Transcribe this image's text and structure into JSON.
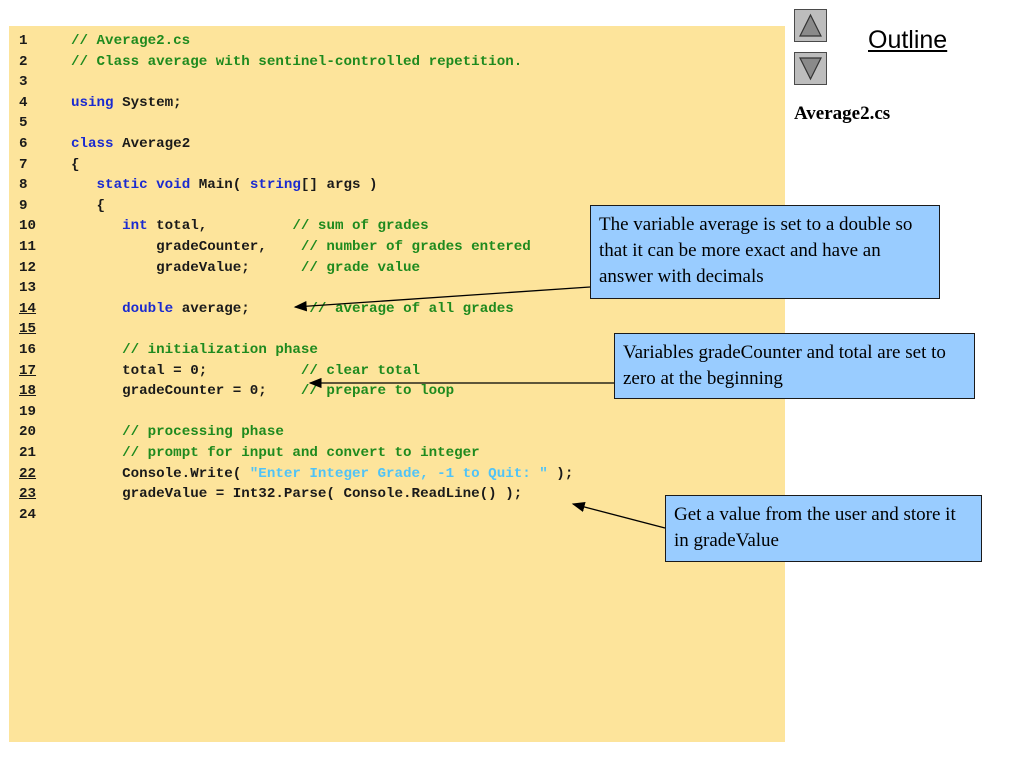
{
  "code": {
    "lines": [
      {
        "num": "1",
        "tokens": [
          {
            "t": "// Average2.cs",
            "c": "cm"
          }
        ]
      },
      {
        "num": "2",
        "tokens": [
          {
            "t": "// Class average with sentinel-controlled repetition.",
            "c": "cm"
          }
        ]
      },
      {
        "num": "3",
        "tokens": []
      },
      {
        "num": "4",
        "tokens": [
          {
            "t": "using",
            "c": "kw"
          },
          {
            "t": " System;",
            "c": ""
          }
        ]
      },
      {
        "num": "5",
        "tokens": []
      },
      {
        "num": "6",
        "tokens": [
          {
            "t": "class",
            "c": "kw"
          },
          {
            "t": " Average2",
            "c": ""
          }
        ]
      },
      {
        "num": "7",
        "tokens": [
          {
            "t": "{",
            "c": ""
          }
        ]
      },
      {
        "num": "8",
        "tokens": [
          {
            "t": "   ",
            "c": ""
          },
          {
            "t": "static",
            "c": "kw"
          },
          {
            "t": " ",
            "c": ""
          },
          {
            "t": "void",
            "c": "kw"
          },
          {
            "t": " Main( ",
            "c": ""
          },
          {
            "t": "string",
            "c": "kw"
          },
          {
            "t": "[] args )",
            "c": ""
          }
        ]
      },
      {
        "num": "9",
        "tokens": [
          {
            "t": "   {",
            "c": ""
          }
        ]
      },
      {
        "num": "10",
        "tokens": [
          {
            "t": "      ",
            "c": ""
          },
          {
            "t": "int",
            "c": "kw"
          },
          {
            "t": " total,          ",
            "c": ""
          },
          {
            "t": "// sum of grades",
            "c": "cm"
          }
        ]
      },
      {
        "num": "11",
        "tokens": [
          {
            "t": "          gradeCounter,    ",
            "c": ""
          },
          {
            "t": "// number of grades entered",
            "c": "cm"
          }
        ]
      },
      {
        "num": "12",
        "tokens": [
          {
            "t": "          gradeValue;      ",
            "c": ""
          },
          {
            "t": "// grade value",
            "c": "cm"
          }
        ]
      },
      {
        "num": "13",
        "tokens": []
      },
      {
        "num": "14",
        "u": true,
        "tokens": [
          {
            "t": "      ",
            "c": ""
          },
          {
            "t": "double",
            "c": "kw"
          },
          {
            "t": " average;       ",
            "c": ""
          },
          {
            "t": "// average of all grades",
            "c": "cm"
          }
        ]
      },
      {
        "num": "15",
        "u": true,
        "tokens": []
      },
      {
        "num": "16",
        "tokens": [
          {
            "t": "      ",
            "c": ""
          },
          {
            "t": "// initialization phase",
            "c": "cm"
          }
        ]
      },
      {
        "num": "17",
        "u": true,
        "tokens": [
          {
            "t": "      total = 0;           ",
            "c": ""
          },
          {
            "t": "// clear total",
            "c": "cm"
          }
        ]
      },
      {
        "num": "18",
        "u": true,
        "tokens": [
          {
            "t": "      gradeCounter = 0;    ",
            "c": ""
          },
          {
            "t": "// prepare to loop",
            "c": "cm"
          }
        ]
      },
      {
        "num": "19",
        "tokens": []
      },
      {
        "num": "20",
        "tokens": [
          {
            "t": "      ",
            "c": ""
          },
          {
            "t": "// processing phase",
            "c": "cm"
          }
        ]
      },
      {
        "num": "21",
        "tokens": [
          {
            "t": "      ",
            "c": ""
          },
          {
            "t": "// prompt for input and convert to integer",
            "c": "cm"
          }
        ]
      },
      {
        "num": "22",
        "u": true,
        "tokens": [
          {
            "t": "      Console.Write( ",
            "c": ""
          },
          {
            "t": "\"Enter Integer Grade, -1 to Quit: \"",
            "c": "st"
          },
          {
            "t": " );",
            "c": ""
          }
        ]
      },
      {
        "num": "23",
        "u": true,
        "tokens": [
          {
            "t": "      gradeValue = Int32.Parse( Console.ReadLine() );",
            "c": ""
          }
        ]
      },
      {
        "num": "24",
        "tokens": []
      }
    ]
  },
  "sidebar": {
    "outline_label": "Outline",
    "file_name": "Average2.cs",
    "up_icon": "triangle-up-icon",
    "down_icon": "triangle-down-icon"
  },
  "callouts": {
    "average": "The variable average is set to a double so that it can be more exact and have an answer with decimals",
    "counters": "Variables gradeCounter and total are set to zero at the beginning",
    "input": "Get a value from the user and store it in gradeValue"
  },
  "colors": {
    "code_background": "#fde49b",
    "callout_background": "#99ccff",
    "comment": "#1e8a1e",
    "keyword": "#1a2ad0",
    "string": "#4fc3f7"
  }
}
